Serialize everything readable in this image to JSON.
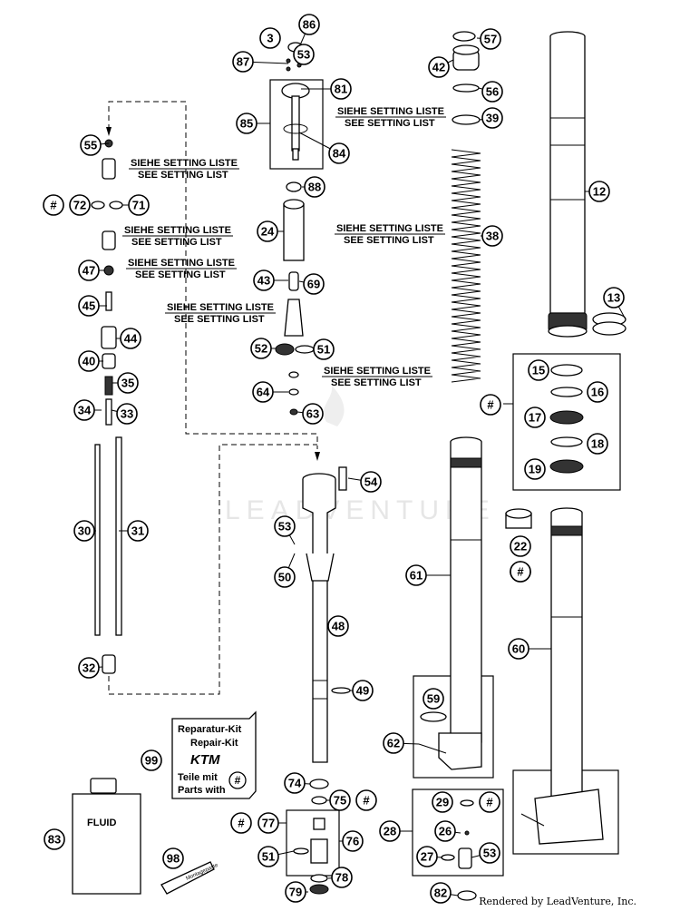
{
  "watermark": "LEADVENTURE",
  "credit": "Rendered by LeadVenture, Inc.",
  "setting_top": "SIEHE SETTING LISTE",
  "setting_bottom": "SEE SETTING LIST",
  "repair_kit": {
    "line1": "Reparatur-Kit",
    "line2": "Repair-Kit",
    "brand": "KTM",
    "line3": "Teile mit",
    "line4": "Parts with",
    "symbol": "#"
  },
  "fluid_label": "FLUID",
  "tube_label": "Montagepaste",
  "callouts": [
    "3",
    "86",
    "53",
    "87",
    "81",
    "85",
    "84",
    "57",
    "42",
    "56",
    "39",
    "12",
    "55",
    "72",
    "71",
    "88",
    "24",
    "38",
    "47",
    "43",
    "69",
    "45",
    "44",
    "13",
    "40",
    "35",
    "34",
    "33",
    "52",
    "51",
    "64",
    "63",
    "15",
    "16",
    "17",
    "18",
    "19",
    "54",
    "30",
    "31",
    "53",
    "50",
    "22",
    "61",
    "48",
    "60",
    "32",
    "49",
    "59",
    "62",
    "99",
    "74",
    "75",
    "83",
    "77",
    "76",
    "51",
    "29",
    "26",
    "27",
    "53",
    "28",
    "98",
    "79",
    "78",
    "82"
  ],
  "hash_markers": [
    "#",
    "#",
    "#",
    "#",
    "#",
    "#",
    "#",
    "#"
  ]
}
